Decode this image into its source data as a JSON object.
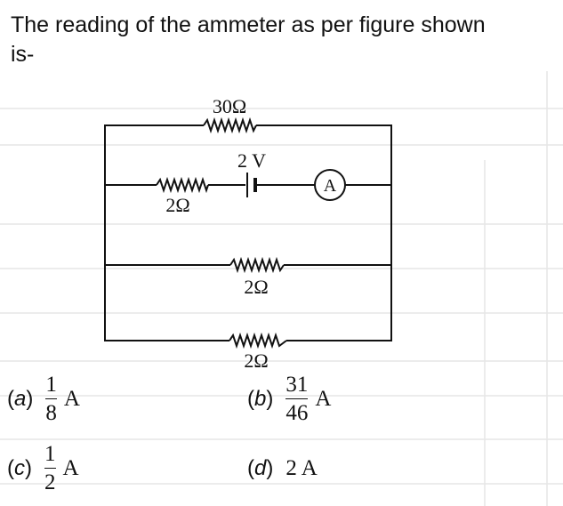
{
  "question": {
    "line1": "The reading of the ammeter as per figure shown",
    "line2": "is-"
  },
  "circuit": {
    "top_resistor": "30Ω",
    "middle_resistor": "2Ω",
    "battery": "2 V",
    "ammeter": "A",
    "lower_resistor_1": "2Ω",
    "lower_resistor_2": "2Ω"
  },
  "options": [
    {
      "label": "a",
      "numerator": "1",
      "denominator": "8",
      "unit": "A"
    },
    {
      "label": "b",
      "numerator": "31",
      "denominator": "46",
      "unit": "A"
    },
    {
      "label": "c",
      "numerator": "1",
      "denominator": "2",
      "unit": "A"
    },
    {
      "label": "d",
      "value": "2 A"
    }
  ]
}
